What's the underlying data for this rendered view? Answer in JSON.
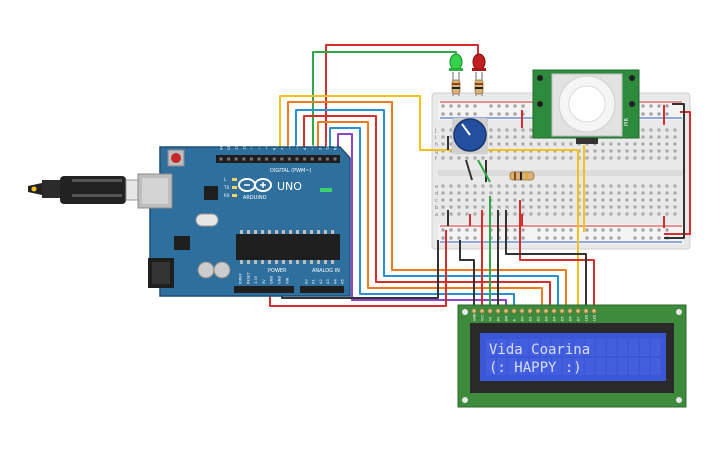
{
  "arduino": {
    "brand": "UNO",
    "maker": "ARDUINO",
    "header_digital": "DIGITAL (PWM~)",
    "header_analog": "ANALOG IN",
    "header_power": "POWER",
    "led_labels": [
      "L",
      "TX",
      "RX"
    ],
    "digital_pins": [
      "AREF",
      "GND",
      "13",
      "12",
      "~11",
      "~10",
      "~9",
      "8",
      "7",
      "~6",
      "~5",
      "4",
      "~3",
      "2",
      "TX 1",
      "RX 0"
    ],
    "power_pins": [
      "IOREF",
      "RESET",
      "3.3V",
      "5V",
      "GND",
      "GND",
      "VIN"
    ],
    "analog_pins": [
      "A0",
      "A1",
      "A2",
      "A3",
      "A4",
      "A5"
    ]
  },
  "pir": {
    "label": "PIR"
  },
  "lcd": {
    "pin_labels": [
      "GND",
      "VCC",
      "V0",
      "RS",
      "RW",
      "E",
      "D0",
      "D1",
      "D2",
      "D3",
      "D4",
      "D5",
      "D6",
      "D7",
      "LED",
      "LED"
    ],
    "line1": "Vida Coarina",
    "line2": "(: HAPPY :)"
  },
  "breadboard": {
    "rows": [
      "a",
      "b",
      "c",
      "d",
      "e",
      "f",
      "g",
      "h",
      "i",
      "j"
    ]
  },
  "colors": {
    "board_blue": "#2E6F9E",
    "wire_red": "#D62D2D",
    "wire_orange": "#F07B1E",
    "wire_yellow": "#F2C21A",
    "wire_green": "#2FA84A",
    "wire_blue": "#2A8FD6",
    "wire_purple": "#8A45C8",
    "wire_black": "#333333",
    "lcd_screen": "#3A57D8",
    "lcd_pcb": "#3E8B3E",
    "pir_pcb": "#2E8B3E"
  }
}
